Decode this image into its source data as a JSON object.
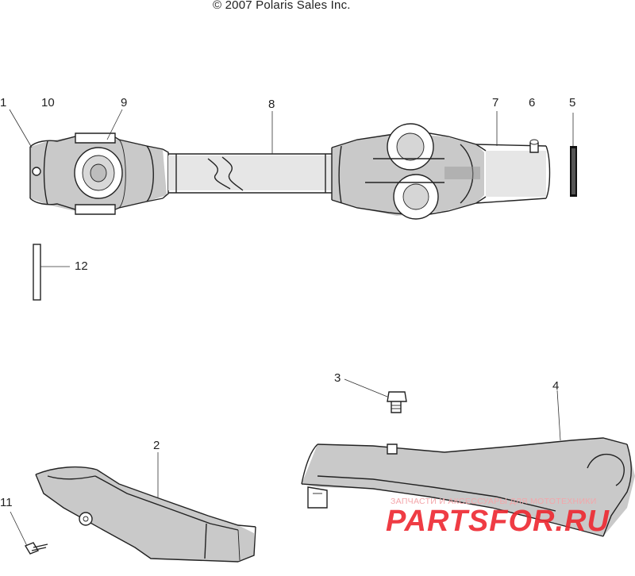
{
  "copyright": "© 2007 Polaris Sales Inc.",
  "callouts": [
    {
      "id": "1",
      "text": "1"
    },
    {
      "id": "10",
      "text": "10"
    },
    {
      "id": "9",
      "text": "9"
    },
    {
      "id": "8",
      "text": "8"
    },
    {
      "id": "7",
      "text": "7"
    },
    {
      "id": "6",
      "text": "6"
    },
    {
      "id": "5",
      "text": "5"
    },
    {
      "id": "12",
      "text": "12"
    },
    {
      "id": "3",
      "text": "3"
    },
    {
      "id": "4",
      "text": "4"
    },
    {
      "id": "2",
      "text": "2"
    },
    {
      "id": "11",
      "text": "11"
    }
  ],
  "watermark": {
    "tagline": "ЗАПЧАСТИ И АКСЕССУАРЫ ДЛЯ МОТОТЕХНИКИ",
    "brand": "PARTSFOR.RU"
  }
}
